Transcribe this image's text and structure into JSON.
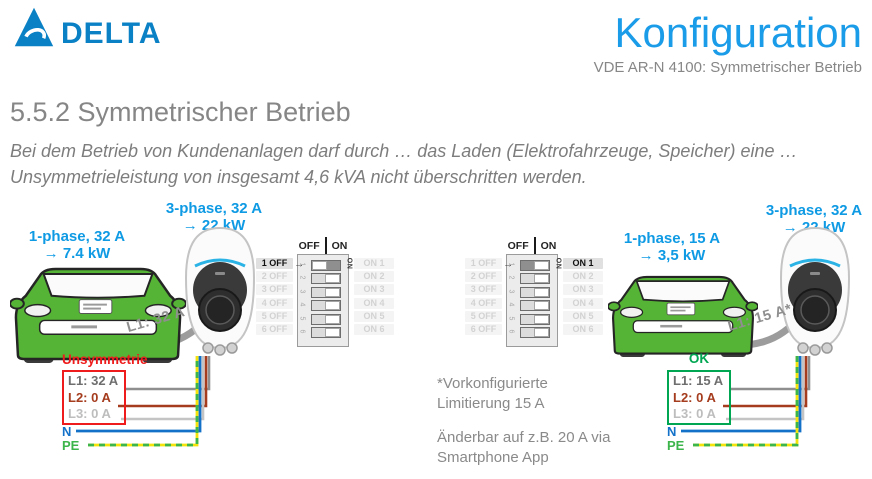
{
  "header": {
    "logo_text": "DELTA",
    "title": "Konfiguration",
    "subtitle": "VDE AR-N 4100: Symmetrischer Betrieb"
  },
  "section": {
    "heading": "5.5.2 Symmetrischer Betrieb",
    "body_line1": "Bei dem Betrieb von Kundenanlagen darf durch … das Laden (Elektrofahrzeuge, Speicher) eine …",
    "body_line2": "Unsymmetrieleistung von insgesamt 4,6 kVA nicht überschritten werden."
  },
  "dip": {
    "off_header": "OFF",
    "on_header": "ON",
    "rotated_on": "ON",
    "arrow": "→",
    "rows": [
      {
        "num": "1",
        "off": "1 OFF",
        "on": "ON 1"
      },
      {
        "num": "2",
        "off": "2 OFF",
        "on": "ON 2"
      },
      {
        "num": "3",
        "off": "3 OFF",
        "on": "ON 3"
      },
      {
        "num": "4",
        "off": "4 OFF",
        "on": "ON 4"
      },
      {
        "num": "5",
        "off": "5 OFF",
        "on": "ON 5"
      },
      {
        "num": "6",
        "off": "6 OFF",
        "on": "ON 6"
      }
    ]
  },
  "scenarios": [
    {
      "id": "unsymmetrisch",
      "phase1_line1": "1-phase, 32 A",
      "phase1_line2": "→ 7.4 kW",
      "phase3_line1": "3-phase, 32 A",
      "phase3_line2": "→ 22 kW",
      "cable_label": "L1: 32 A",
      "dip_switch1_state": "1 OFF",
      "status": "Unsymmetrie",
      "l1": "L1: 32 A",
      "l2": "L2: 0 A",
      "l3": "L3: 0 A",
      "n": "N",
      "pe": "PE"
    },
    {
      "id": "symmetrisch-ok",
      "phase1_line1": "1-phase, 15 A",
      "phase1_line2": "→ 3,5 kW",
      "phase3_line1": "3-phase, 32 A",
      "phase3_line2": "→ 22 kW",
      "cable_label": "L1: 15 A*",
      "dip_switch1_state": "ON 1",
      "status": "OK",
      "l1": "L1: 15 A",
      "l2": "L2: 0 A",
      "l3": "L3: 0 A",
      "n": "N",
      "pe": "PE"
    }
  ],
  "notes": {
    "note1_line1": "*Vorkonfigurierte",
    "note1_line2": "Limitierung 15 A",
    "note2_line1": "Änderbar auf z.B. 20 A via",
    "note2_line2": "Smartphone App"
  },
  "colors": {
    "accent_blue": "#1b9ce9",
    "delta_blue": "#0a80c5",
    "label_blue": "#0f9ae4",
    "gray_text": "#8a8a8a",
    "status_red": "#ee1c1c",
    "status_green": "#00a651",
    "wire_l1": "#8f8f8f",
    "wire_l2": "#a53c1e",
    "wire_l3": "#c4c4c4",
    "wire_n": "#1471c8",
    "wire_pe_yellow": "#f4e40c",
    "wire_pe_green": "#3cb54b",
    "car_green": "#55b335",
    "wallbox_accent": "#2cb3e6"
  }
}
